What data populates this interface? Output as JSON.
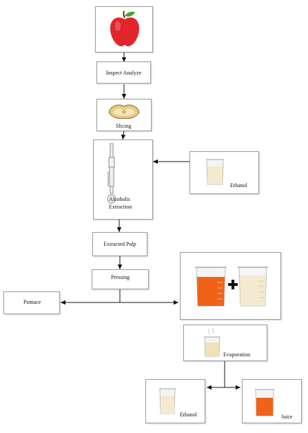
{
  "steps": {
    "inspect": "Inspect Analyze",
    "slicing": "Slicing",
    "extraction_line1": "Alcoholic",
    "extraction_line2": "Extraction",
    "ethanol_in": "Ethanol",
    "extracted_pulp": "Extracted Pulp",
    "pressing": "Pressing",
    "pomace": "Pomace",
    "evaporation": "Evaporation",
    "ethanol_out": "Ethanol",
    "juice": "Juice"
  },
  "icons": [
    "apple-icon",
    "apple-slice-icon",
    "soxhlet-apparatus-icon",
    "ethanol-beaker-icon",
    "juice-beaker-icon",
    "plus-icon",
    "evaporating-beaker-icon"
  ],
  "colors": {
    "juice": "#f0621a",
    "ethanol": "#f3ead0",
    "box_border": "#9a9a9a",
    "arrow": "#111111"
  }
}
